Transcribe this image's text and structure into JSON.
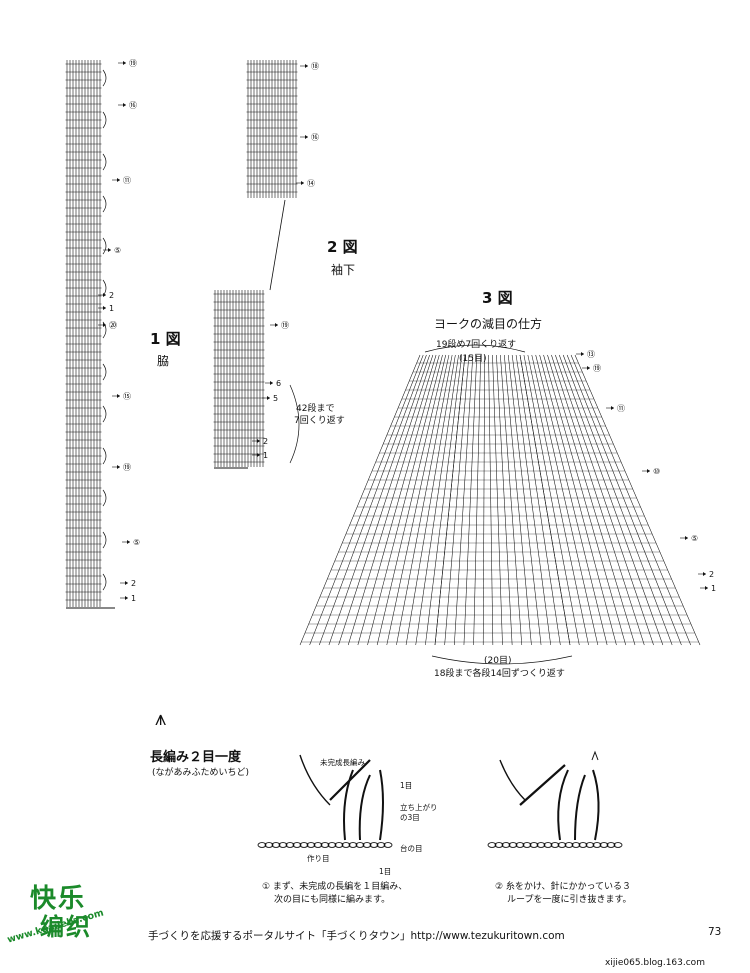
{
  "fig1": {
    "title": "1 図",
    "subtitle": "脇",
    "markers": [
      "⑲",
      "⑯",
      "⑪",
      "⑤",
      "2",
      "1",
      "⑳",
      "⑮",
      "⑲",
      "⑤",
      "2",
      "1"
    ]
  },
  "fig2": {
    "title": "2 図",
    "subtitle": "袖下",
    "markers": [
      "⑱",
      "⑯",
      "⑭",
      "⑲",
      "6",
      "5",
      "2",
      "1"
    ],
    "note_line1": "42段まで",
    "note_line2": "7回くり返す"
  },
  "fig3": {
    "title": "3 図",
    "subtitle": "ヨークの減目の仕方",
    "top_note": "19段め7回くり返す",
    "top_count": "(15目)",
    "bottom_count": "(20目)",
    "bottom_note": "18段まで各段14回ずつくり返す",
    "markers": [
      "⑬",
      "⑲",
      "⑪",
      "⑩",
      "⑤",
      "2",
      "1"
    ]
  },
  "technique": {
    "symbol": "⩚",
    "title": "長編み２目一度",
    "reading": "(ながあみふためいちど)",
    "left_labels": {
      "unfinished": "未完成長編み",
      "first": "1目",
      "tachiagari1": "立ち上がり",
      "tachiagari2": "の3目",
      "daime": "台の目",
      "tsukurime": "作り目",
      "first_bottom": "1目"
    },
    "step1_line1": "① まず、未完成の長編を１目編み、",
    "step1_line2": "次の目にも同様に編みます。",
    "step2_line1": "② 糸をかけ、針にかかっている３",
    "step2_line2": "ループを一度に引き抜きます。"
  },
  "footer": {
    "text": "手づくりを応援するポータルサイト「手づくりタウン」http://www.tezukuritown.com",
    "page": "73",
    "credit": "xijie065.blog.163.com"
  },
  "logo": {
    "line1": "快乐",
    "line2": "编织",
    "site": "www.kuailebz.com"
  },
  "colors": {
    "ink": "#111111",
    "logo": "#1b8a2a"
  }
}
